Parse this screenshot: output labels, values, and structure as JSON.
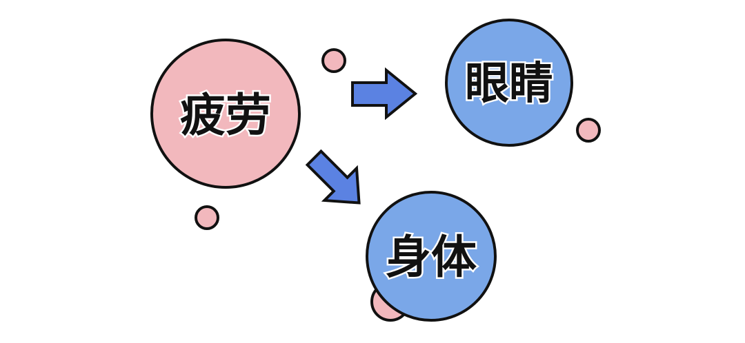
{
  "diagram": {
    "type": "flow-bubbles",
    "colors": {
      "pink": "#f2b8bd",
      "blue": "#7aa7e8",
      "arrow": "#5b82e2",
      "outline": "#111111",
      "background": "#ffffff"
    },
    "nodes": [
      {
        "id": "fatigue",
        "label": "疲劳"
      },
      {
        "id": "eyes",
        "label": "眼睛"
      },
      {
        "id": "body",
        "label": "身体"
      }
    ],
    "edges": [
      {
        "from": "fatigue",
        "to": "eyes",
        "icon": "arrow-right-icon"
      },
      {
        "from": "fatigue",
        "to": "body",
        "icon": "arrow-down-right-icon"
      }
    ]
  }
}
